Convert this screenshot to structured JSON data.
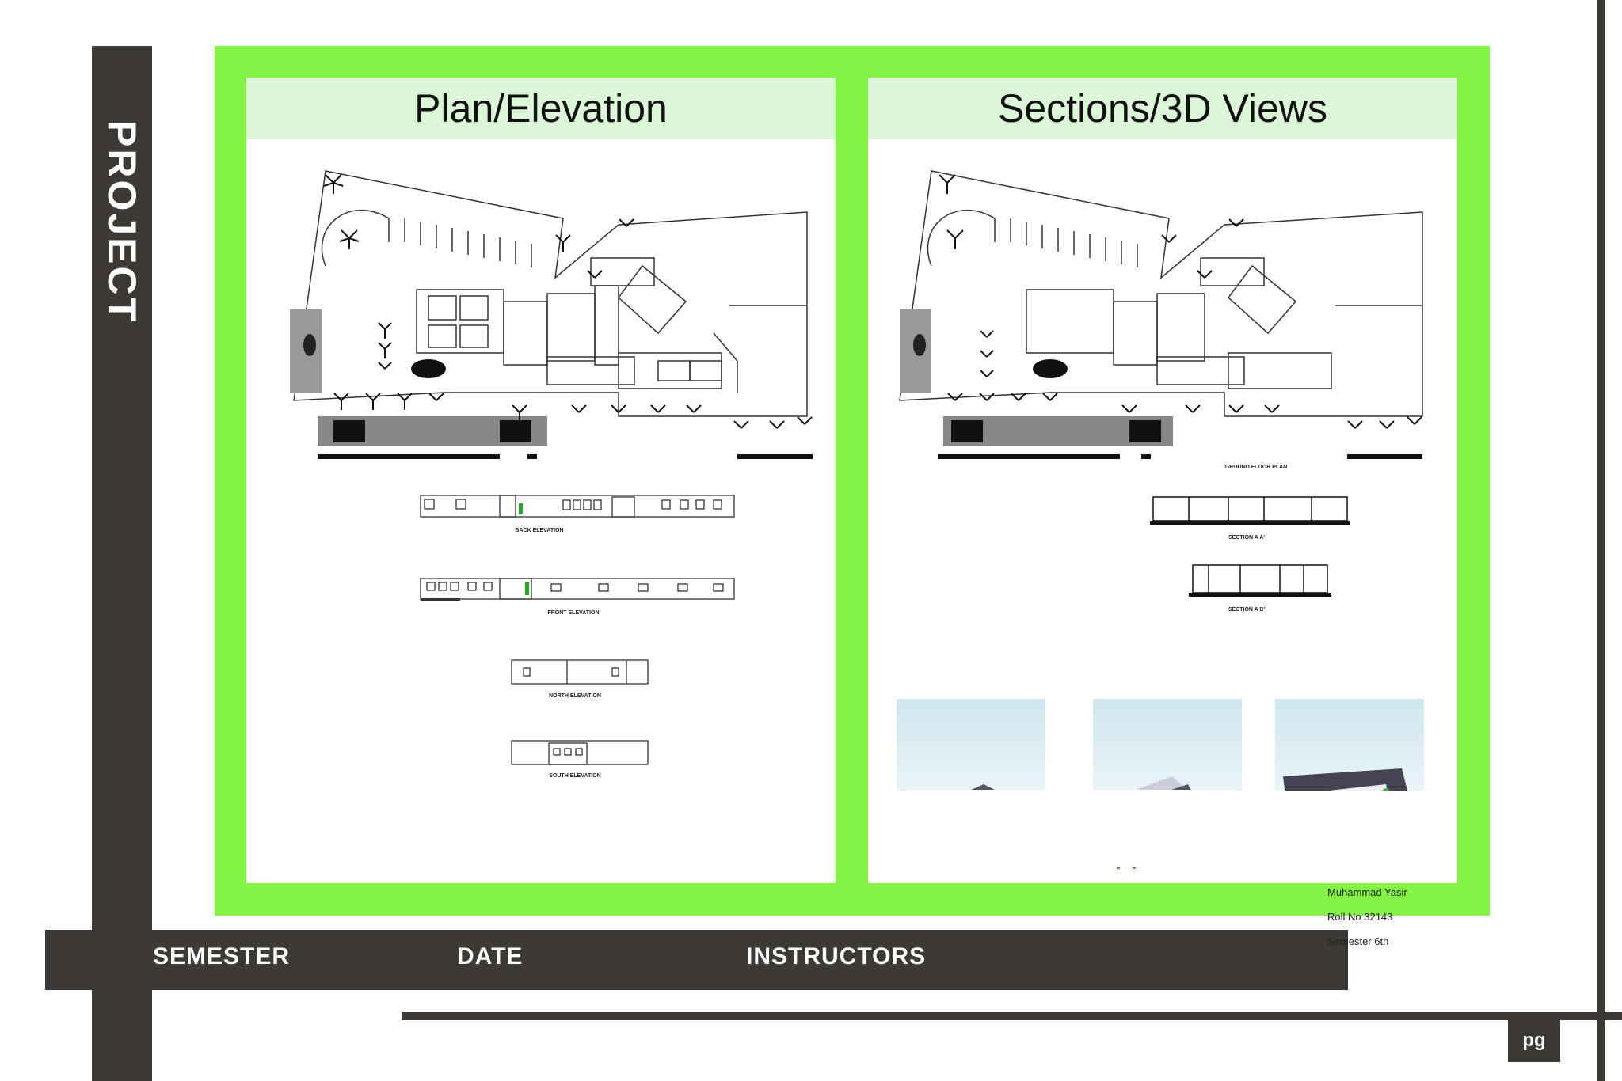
{
  "frame": {
    "vertical_label": "PROJECT",
    "footer": {
      "semester_label": "SEMESTER",
      "date_label": "DATE",
      "instructors_label": "INSTRUCTORS"
    },
    "page_label": "pg"
  },
  "colors": {
    "frame_dark": "#3d3a36",
    "board_green": "#84f444",
    "header_tint": "#dcf7d8"
  },
  "left_panel": {
    "title": "Plan/Elevation",
    "elevations": [
      "BACK ELEVATION",
      "FRONT  ELEVATION",
      "NORTH  ELEVATION",
      "SOUTH  ELEVATION"
    ]
  },
  "right_panel": {
    "title": "Sections/3D Views",
    "plan_label": "GROUND FLOOR PLAN",
    "sections": [
      "SECTION A A'",
      "SECTION A  B'"
    ],
    "student": {
      "name": "Muhammad Yasir",
      "roll": "Roll No 32143",
      "semester": "Semester 6th"
    }
  }
}
